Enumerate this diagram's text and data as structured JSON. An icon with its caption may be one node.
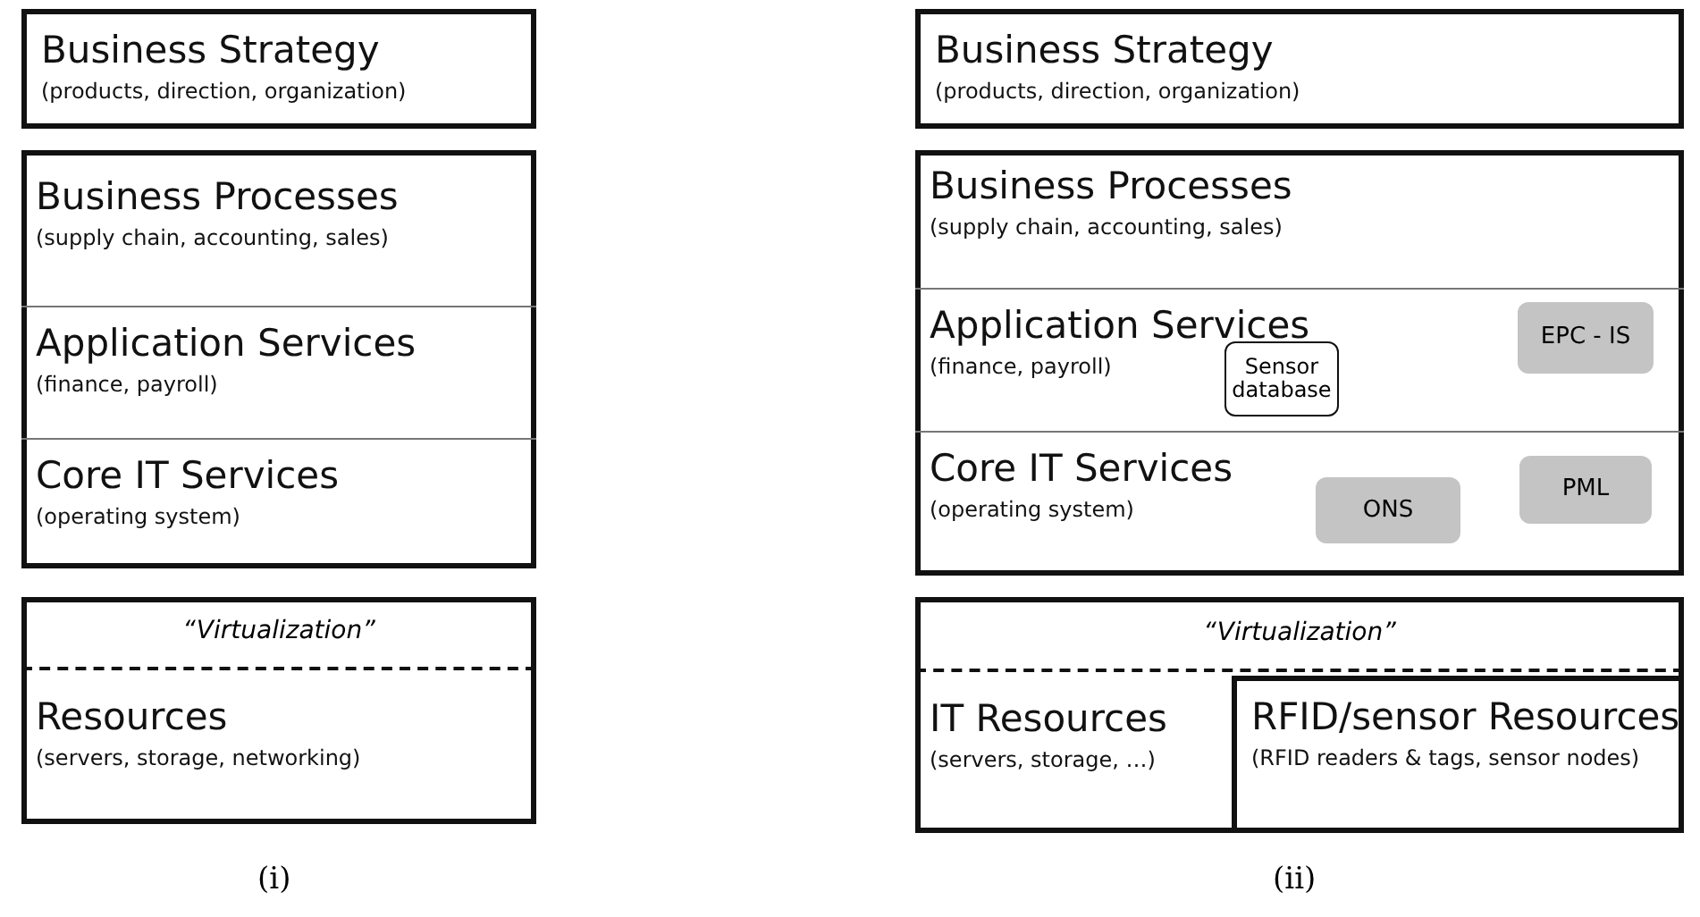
{
  "diagram": {
    "nodes": [
      {
        "text": [
          "Business Strategy",
          "(products, direction, organization)"
        ]
      },
      {
        "text": [],
        "shape": "box"
      },
      {
        "text": [
          "Business Processes",
          "(supply chain, accounting, sales)"
        ],
        "in": 1
      },
      {
        "text": [
          "Application Services",
          "(finance, payroll)"
        ],
        "in": 1
      },
      {
        "text": [
          "Core IT Services",
          "(operating system)"
        ],
        "in": 1
      },
      {
        "text": [],
        "shape": "box"
      },
      {
        "text": [
          "“Virtualization”"
        ],
        "in": 5
      },
      {
        "text": [
          "Resources",
          "(servers, storage, networking)"
        ],
        "in": 5
      },
      {
        "text": [
          "Business Strategy",
          "(products, direction, organization)"
        ]
      },
      {
        "text": [],
        "shape": "box"
      },
      {
        "text": [
          "Business Processes",
          "(supply chain, accounting, sales)"
        ],
        "in": 9
      },
      {
        "text": [
          "Application Services",
          "(finance, payroll)"
        ],
        "in": 9
      },
      {
        "text": [
          "Sensor database"
        ],
        "in": 11
      },
      {
        "text": [
          "EPC - IS"
        ],
        "in": 11
      },
      {
        "text": [
          "Core IT Services",
          "(operating system)"
        ],
        "in": 9
      },
      {
        "text": [
          "ONS"
        ],
        "in": 14
      },
      {
        "text": [
          "PML"
        ],
        "in": 14
      },
      {
        "text": [],
        "shape": "box"
      },
      {
        "text": [
          "“Virtualization”"
        ],
        "in": 17
      },
      {
        "text": [
          "IT Resources",
          "(servers, storage, …)"
        ],
        "in": 17
      },
      {
        "text": [
          "RFID/sensor Resources",
          "(RFID readers & tags, sensor nodes)"
        ],
        "in": 17
      }
    ],
    "labels": [
      "(i)",
      "(ii)"
    ]
  }
}
